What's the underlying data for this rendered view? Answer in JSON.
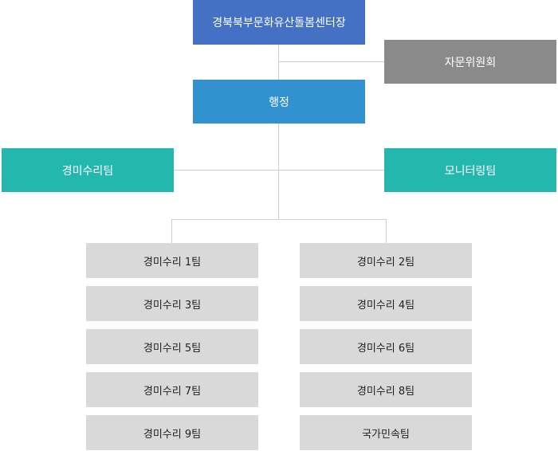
{
  "org": {
    "head": "경북북부문화유산돌봄센터장",
    "advisory": "자문위원회",
    "admin": "행정",
    "left_team": "경미수리팀",
    "right_team": "모니터링팀",
    "teams_left": [
      "경미수리 1팀",
      "경미수리 3팀",
      "경미수리 5팀",
      "경미수리 7팀",
      "경미수리 9팀"
    ],
    "teams_right": [
      "경미수리 2팀",
      "경미수리 4팀",
      "경미수리 6팀",
      "경미수리 8팀",
      "국가민속팀"
    ]
  },
  "colors": {
    "head": "#4471c4",
    "advisory": "#8a8a8a",
    "admin": "#3192cf",
    "teal": "#23b7ad",
    "team": "#d9d9d9",
    "connector": "#cfcfcf"
  }
}
